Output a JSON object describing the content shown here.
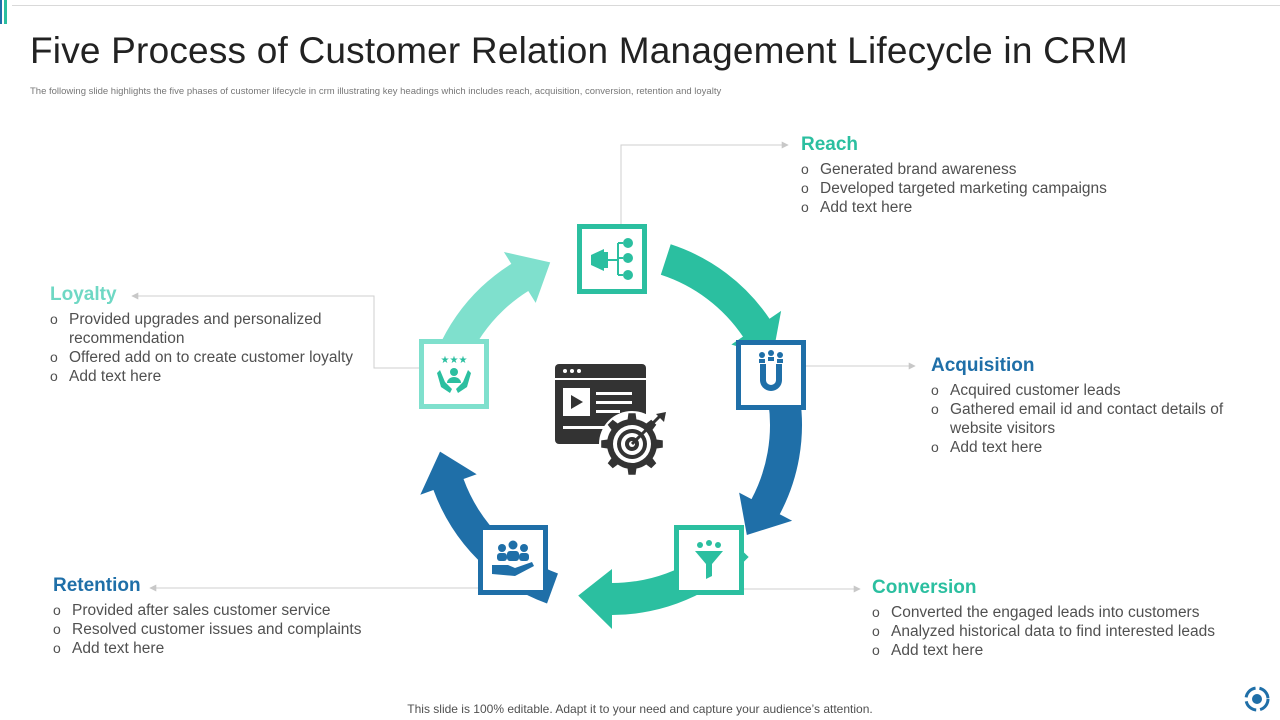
{
  "title": "Five Process of Customer Relation Management Lifecycle in CRM",
  "subtitle": "The following slide highlights the five phases of customer lifecycle in crm illustrating key headings which includes reach, acquisition, conversion, retention and loyalty",
  "colors": {
    "teal": "#2bbfa0",
    "blue": "#1f6fa8",
    "light_teal": "#7fe0cd",
    "dark_icon": "#333333"
  },
  "center_icon": "browser-target-gear-icon",
  "stages": {
    "reach": {
      "title": "Reach",
      "icon": "megaphone-network-icon",
      "items": [
        "Generated brand awareness",
        "Developed targeted marketing campaigns",
        "Add text here"
      ]
    },
    "acquisition": {
      "title": "Acquisition",
      "icon": "magnet-people-icon",
      "items": [
        "Acquired customer leads",
        "Gathered email id and contact details of website visitors",
        "Add text here"
      ]
    },
    "conversion": {
      "title": "Conversion",
      "icon": "funnel-icon",
      "items": [
        "Converted the engaged leads into customers",
        "Analyzed historical data to find interested leads",
        "Add text here"
      ]
    },
    "retention": {
      "title": "Retention",
      "icon": "hand-group-icon",
      "items": [
        "Provided after sales customer service",
        "Resolved customer issues and complaints",
        "Add text here"
      ]
    },
    "loyalty": {
      "title": "Loyalty",
      "icon": "hands-star-person-icon",
      "items": [
        "Provided upgrades and personalized recommendation",
        "Offered add on to create customer loyalty",
        "Add text here"
      ]
    }
  },
  "footer": "This slide is 100% editable. Adapt it to your need and capture your audience’s attention."
}
